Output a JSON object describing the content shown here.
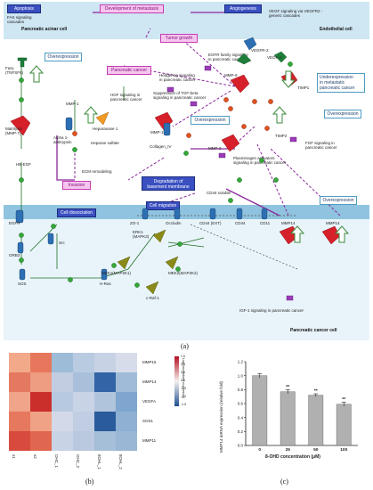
{
  "panel_a": {
    "caption": "(a)",
    "regions": {
      "acinar": "Pancreatic acinar cell",
      "endothelial": "Endothelial cell",
      "cancer": "Pancreatic cancer cell"
    },
    "blue_boxes": {
      "apoptosis": "Apoptosis",
      "angiogenesis": "Angiogenesis",
      "degradation": "Degradation of\nbasement membrane",
      "cell_migration": "Cell migration",
      "cell_dissociation": "Cell dissociation"
    },
    "pink_boxes": {
      "metastasis": "Development of metastasis",
      "tumor_growth": "Tumor growth",
      "pancreatic_cancer": "Pancreatic cancer",
      "invasion": "Invasion"
    },
    "outline_boxes": {
      "overexpression_1": "Overexpression",
      "overexpression_2": "Overexpression",
      "overexpression_3": "Overexpression",
      "overexpression_4": "Overexpression",
      "underexpression": "Underexpression\nin metastatic\npancreatic cancer"
    },
    "pathway_labels": {
      "fas": "FAS signaling\ncascades",
      "vegf": "VEGF signaling via VEGFR2 -\ngeneric cascades",
      "egfr": "EGFR family signaling\nin pancreatic cancer",
      "hedgehog": "Hedgehog signaling\nin pancreatic cancer",
      "hgf": "HGF signaling in\npancreatic cancer",
      "tgf": "Suppression of TGF-beta\nsignaling in pancreatic cancer",
      "fgf": "FGF signaling in\npancreatic cancer",
      "plasminogen": "Plasminogen activators\nsignaling in pancreatic cancer",
      "igf": "IGF-1 signaling in pancreatic cancer",
      "ecm": "ECM remodeling",
      "cd44sol": "CD44 soluble"
    },
    "genes": {
      "fasl": "FasL\n(TNFSF6)",
      "vegfa": "VEGF-A",
      "vegfr2": "VEGFR-2",
      "mmp9": "MMP-9",
      "mmp1": "MMP-1",
      "mmp1b": "MMP-1",
      "timp1": "TIMP1",
      "timp2": "TIMP2",
      "heparanase": "Heparanase 1",
      "heparan": "Heparan sulfate",
      "matrilysin": "Matrilysin\n(MMP-7)",
      "alpha1": "Alpha 1-\nantitrypsin",
      "collagen": "Collagen_IV",
      "mmp2": "MMP-2",
      "hbegf": "HB-EGF",
      "egfr": "EGFR",
      "zo1": "ZO-1",
      "occludin": "Occludin",
      "cd44ext": "CD44 (EXT)",
      "cd44": "CD44",
      "cd11": "CD11",
      "mmp14a": "MMP14",
      "mmp14b": "MMP14",
      "grb2": "GRB2",
      "src": "Src",
      "sos": "SOS",
      "hras": "H-Ras",
      "craf": "c-Raf-1",
      "erk1": "ERK1\n(MAPK3)",
      "mek1": "MEK1(MAP2K1)",
      "mek2": "MEK2(MAP2K2)"
    }
  },
  "panel_b": {
    "caption": "(b)",
    "colorbar_label": "Log2(normalized expression)",
    "colorbar_ticks": [
      "1.5",
      "1.0",
      "0.5",
      "0.0",
      "-0.5",
      "-1.0",
      "-1.5"
    ],
    "rows": [
      "MMP15",
      "MMP14",
      "VEGFA",
      "SOS1",
      "MMP11"
    ],
    "columns": [
      "s1",
      "s2",
      "OHC_1",
      "OHC_2",
      "8OHL_1",
      "8OHL_2"
    ]
  },
  "panel_c": {
    "caption": "(c)",
    "chart_data": {
      "type": "bar",
      "categories": [
        "0",
        "25",
        "50",
        "100"
      ],
      "values": [
        1.0,
        0.77,
        0.72,
        0.59
      ],
      "errors": [
        0.03,
        0.03,
        0.02,
        0.03
      ],
      "significance": [
        "",
        "**",
        "**",
        "**"
      ],
      "xlabel": "8-OHD concentration (μM)",
      "ylabel": "MMP14 mRNA expression (relative fold)",
      "ylim": [
        0.0,
        1.2
      ],
      "yticks": [
        "0.0",
        "0.2",
        "0.4",
        "0.6",
        "0.8",
        "1.0",
        "1.2"
      ],
      "bar_color": "#b0b0b0"
    }
  }
}
